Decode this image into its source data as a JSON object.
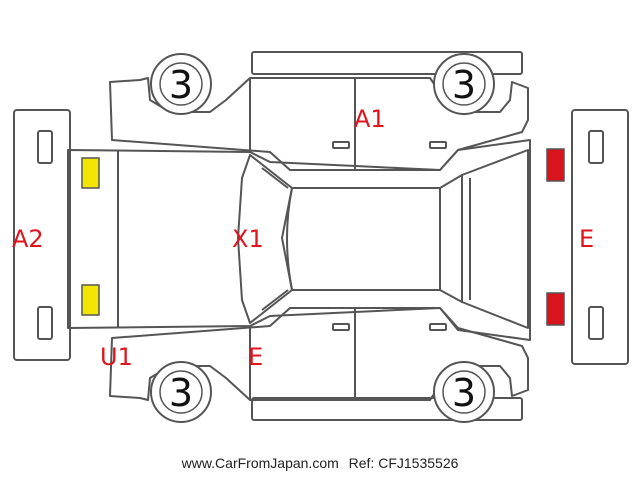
{
  "colors": {
    "outline": "#555555",
    "damage_label": "#e0141e",
    "lamp_yellow": "#f2e600",
    "lamp_red": "#d8141c"
  },
  "icons": [
    "wheel-icon",
    "headlight-icon",
    "taillight-icon"
  ],
  "damage_labels": {
    "roof_right": "A1",
    "front_bumper": "A2",
    "hood": "X1",
    "rear_bumper": "E",
    "left_door": "E",
    "front_left": "U1"
  },
  "wheels": {
    "top_left": "3",
    "top_right": "3",
    "bottom_left": "3",
    "bottom_right": "3"
  },
  "footer": {
    "website": "www.CarFromJapan.com",
    "reference": "Ref: CFJ1535526"
  }
}
